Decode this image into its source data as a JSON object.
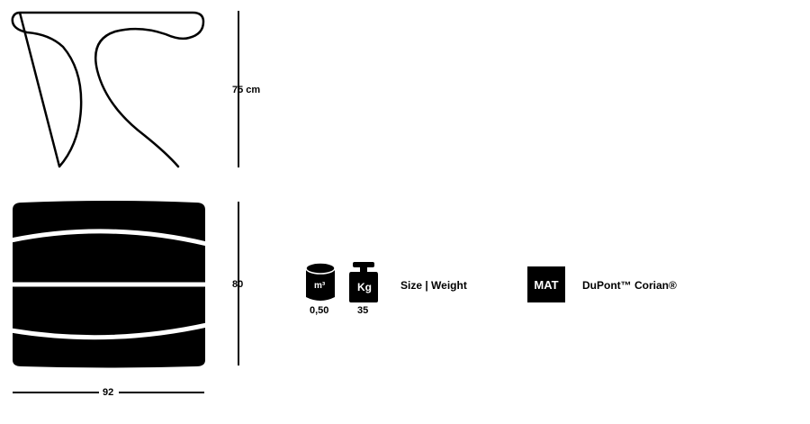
{
  "dimensions": {
    "height_label": "75 cm",
    "depth_label": "80",
    "width_label": "92"
  },
  "specs": {
    "volume": {
      "unit": "m³",
      "value": "0,50",
      "icon": "cylinder-icon"
    },
    "weight": {
      "unit": "Kg",
      "value": "35",
      "icon": "weight-icon"
    },
    "size_weight_label": "Size | Weight"
  },
  "material": {
    "badge": "MAT",
    "name": "DuPont™ Corian®"
  },
  "colors": {
    "ink": "#000000",
    "background": "#ffffff"
  }
}
